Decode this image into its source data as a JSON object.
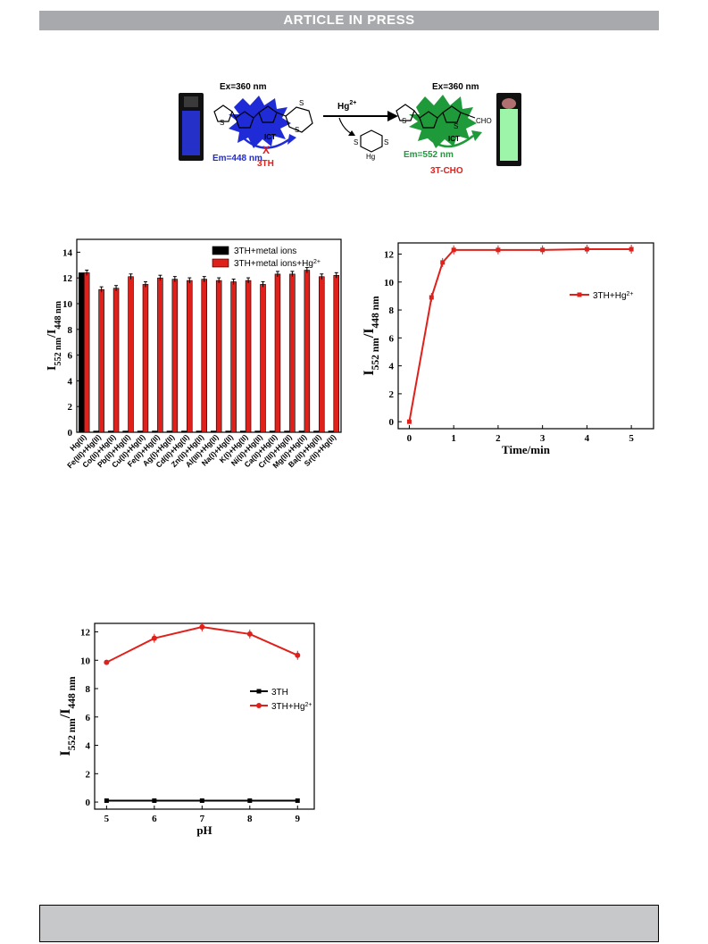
{
  "header": {
    "banner": "ARTICLE IN PRESS"
  },
  "scheme": {
    "ex_left": "Ex=360 nm",
    "em_left": "Em=448 nm",
    "ict_left": "ICT",
    "name_left": "3TH",
    "reagent": "Hg",
    "reagent_sup": "2+",
    "byproduct_hg": "Hg",
    "ex_right": "Ex=360 nm",
    "em_right": "Em=552 nm",
    "ict_right": "ICT",
    "name_right": "3T-CHO",
    "cho": "CHO",
    "s_atom": "S",
    "x_mark": "X",
    "colors": {
      "blue": "#1f2bd6",
      "green": "#1f9a3a",
      "red": "#e0201b",
      "vial_blue": "#2430c8",
      "vial_green": "#9cf5a8"
    }
  },
  "chart_data": [
    {
      "type": "bar",
      "ylabel": "I552 nm/I448 nm",
      "ylabel_main": "I",
      "ylabel_sub1": "552 nm",
      "ylabel_mid": "/I",
      "ylabel_sub2": "448 nm",
      "ylim": [
        0,
        15
      ],
      "yticks": [
        "0",
        "2",
        "4",
        "6",
        "8",
        "10",
        "12",
        "14"
      ],
      "categories": [
        "Hg(II)",
        "Fe(III)+Hg(II)",
        "Co(II)+Hg(II)",
        "Pb(II)+Hg(II)",
        "Cu(II)+Hg(II)",
        "Fe(II)+Hg(II)",
        "Ag(I)+Hg(II)",
        "Cd(II)+Hg(II)",
        "Zn(II)+Hg(II)",
        "Al(III)+Hg(II)",
        "Na(I)+Hg(II)",
        "K(I)+Hg(II)",
        "Ni(II)+Hg(II)",
        "Ca(II)+Hg(II)",
        "Cr(III)+Hg(II)",
        "Mg(II)+Hg(II)",
        "Ba(II)+Hg(II)",
        "Sr(II)+Hg(II)"
      ],
      "series": [
        {
          "name": "3TH+metal ions",
          "color": "#000000",
          "values": [
            12.4,
            0.1,
            0.1,
            0.1,
            0.1,
            0.1,
            0.1,
            0.1,
            0.1,
            0.1,
            0.1,
            0.1,
            0.1,
            0.1,
            0.1,
            0.1,
            0.1,
            0.1
          ]
        },
        {
          "name": "3TH+metal ions+Hg",
          "name_sup": "2+",
          "color": "#e0201b",
          "values": [
            12.4,
            11.1,
            11.2,
            12.1,
            11.5,
            12.0,
            11.9,
            11.8,
            11.9,
            11.8,
            11.7,
            11.8,
            11.5,
            12.3,
            12.3,
            12.6,
            12.1,
            12.2
          ]
        }
      ],
      "legend": "top-right"
    },
    {
      "type": "line",
      "xlabel": "Time/min",
      "ylabel_main": "I",
      "ylabel_sub1": "552 nm",
      "ylabel_mid": "/I",
      "ylabel_sub2": "448 nm",
      "xlim": [
        -0.25,
        5.5
      ],
      "ylim": [
        -0.5,
        12.8
      ],
      "xticks": [
        "0",
        "1",
        "2",
        "3",
        "4",
        "5"
      ],
      "yticks": [
        "0",
        "2",
        "4",
        "6",
        "8",
        "10",
        "12"
      ],
      "series": [
        {
          "name": "3TH+Hg",
          "name_sup": "2+",
          "color": "#e0201b",
          "x": [
            0,
            0.5,
            0.75,
            1,
            2,
            3,
            4,
            5
          ],
          "y": [
            0,
            8.9,
            11.4,
            12.3,
            12.3,
            12.3,
            12.35,
            12.35
          ]
        }
      ],
      "legend": "middle-right"
    },
    {
      "type": "line",
      "xlabel": "pH",
      "ylabel_main": "I",
      "ylabel_sub1": "552 nm",
      "ylabel_mid": "/I",
      "ylabel_sub2": "448 nm",
      "xlim": [
        4.75,
        9.35
      ],
      "ylim": [
        -0.5,
        12.6
      ],
      "xticks": [
        "5",
        "6",
        "7",
        "8",
        "9"
      ],
      "yticks": [
        "0",
        "2",
        "4",
        "6",
        "8",
        "10",
        "12"
      ],
      "series": [
        {
          "name": "3TH",
          "color": "#000000",
          "marker": "square",
          "x": [
            5,
            6,
            7,
            8,
            9
          ],
          "y": [
            0.1,
            0.1,
            0.1,
            0.1,
            0.1
          ]
        },
        {
          "name": "3TH+Hg",
          "name_sup": "2+",
          "color": "#e0201b",
          "marker": "circle",
          "x": [
            5,
            6,
            7,
            8,
            9
          ],
          "y": [
            9.85,
            11.55,
            12.35,
            11.85,
            10.35
          ]
        }
      ],
      "legend": "middle-right"
    }
  ]
}
